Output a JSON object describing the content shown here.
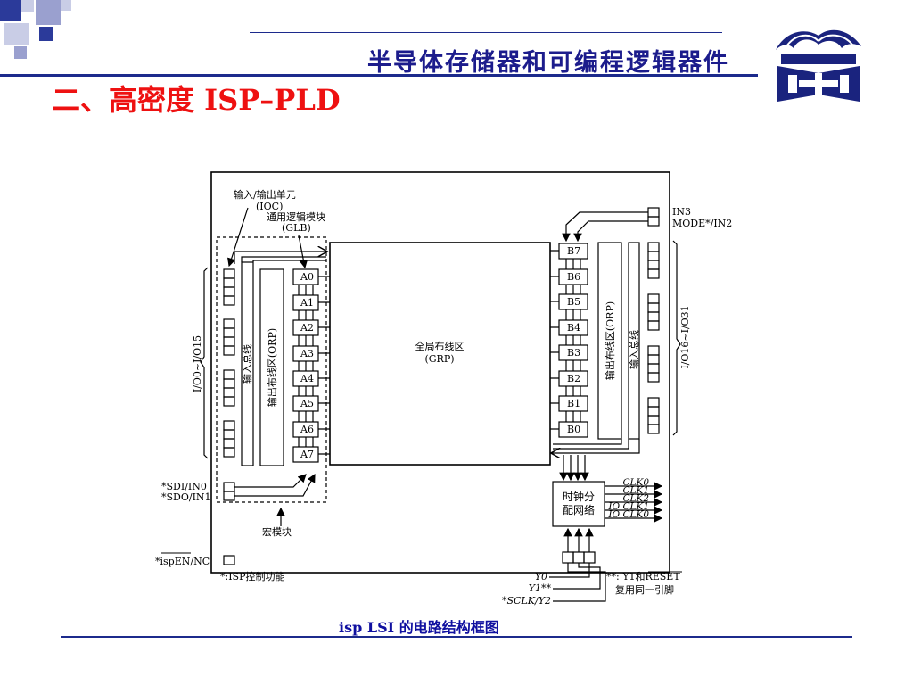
{
  "header": {
    "title": "半导体存储器和可编程逻辑器件"
  },
  "slide": {
    "title": "二、高密度 ISP–PLD"
  },
  "caption": "isp LSI   的电路结构框图",
  "colors": {
    "title_red": "#ee1111",
    "header_blue": "#1c1c8c",
    "accent_blue": "#1c2a8c",
    "logo_blue": "#1a237e"
  },
  "logo": {
    "icon": "dragon-book-logo"
  },
  "diagram": {
    "label_ioc": "输入/输出单元",
    "label_ioc_abbr": "(IOC)",
    "label_glb": "通用逻辑模块",
    "label_glb_abbr": "(GLB)",
    "glb_left": [
      "A0",
      "A1",
      "A2",
      "A3",
      "A4",
      "A5",
      "A6",
      "A7"
    ],
    "glb_right": [
      "B7",
      "B6",
      "B5",
      "B4",
      "B3",
      "B2",
      "B1",
      "B0"
    ],
    "grp_name": "全局布线区",
    "grp_abbr": "(GRP)",
    "left_input_bus": "输入总线",
    "left_orp": "输出布线区(ORP)",
    "right_orp": "输出布线区(ORP)",
    "right_input_bus": "输入总线",
    "io_left": "I/O0~I/O15",
    "io_right": "I/O16~I/O31",
    "in3": "IN3",
    "mode_in2": "MODE*/IN2",
    "sdi_in0": "*SDI/IN0",
    "sdo_in1": "*SDO/IN1",
    "macro": "宏模块",
    "ispen": "*ispEN/NC",
    "isp_note": "*:ISP控制功能",
    "clock_line1": "时钟分",
    "clock_line2": "配网络",
    "clk_outputs": [
      "CLK0",
      "CLK1",
      "CLK2",
      "IO CLK1",
      "IO CLK0"
    ],
    "y0": "Y0",
    "y1": "Y1**",
    "sclk_y2": "*SCLK/Y2",
    "note_y1_reset": "**: Y1和RESET",
    "note_shared_pin": "复用同一引脚"
  }
}
